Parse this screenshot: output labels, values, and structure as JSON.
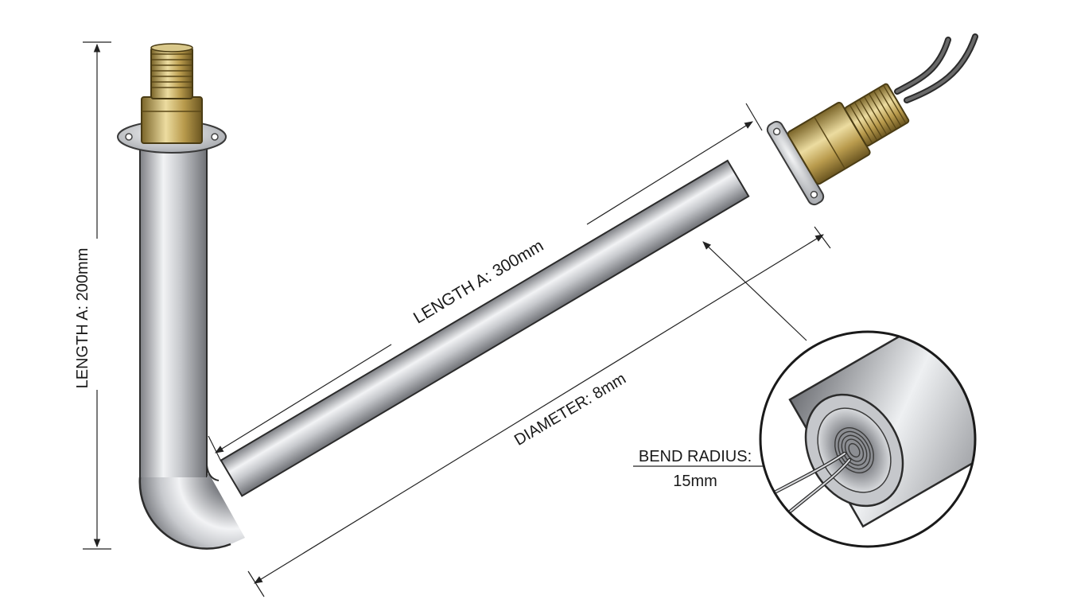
{
  "labels": {
    "length_vertical": "LENGTH A: 200mm",
    "length_diagonal": "LENGTH A: 300mm",
    "diameter": "DIAMETER: 8mm",
    "bend_radius_line1": "BEND RADIUS:",
    "bend_radius_line2": "15mm"
  },
  "colors": {
    "background": "#ffffff",
    "steel_dark": "#7d7f84",
    "steel_light": "#f2f3f5",
    "brass_dark": "#7a6428",
    "brass_light": "#ecdca0",
    "dimension_line": "#222222",
    "outline": "#2b2b2b",
    "cable": "#4a4a4a"
  },
  "icons": {
    "top_fitting": "brass-threaded-fitting",
    "right_fitting": "brass-threaded-fitting",
    "flange": "mounting-flange",
    "detail_view": "magnified-cross-section"
  }
}
